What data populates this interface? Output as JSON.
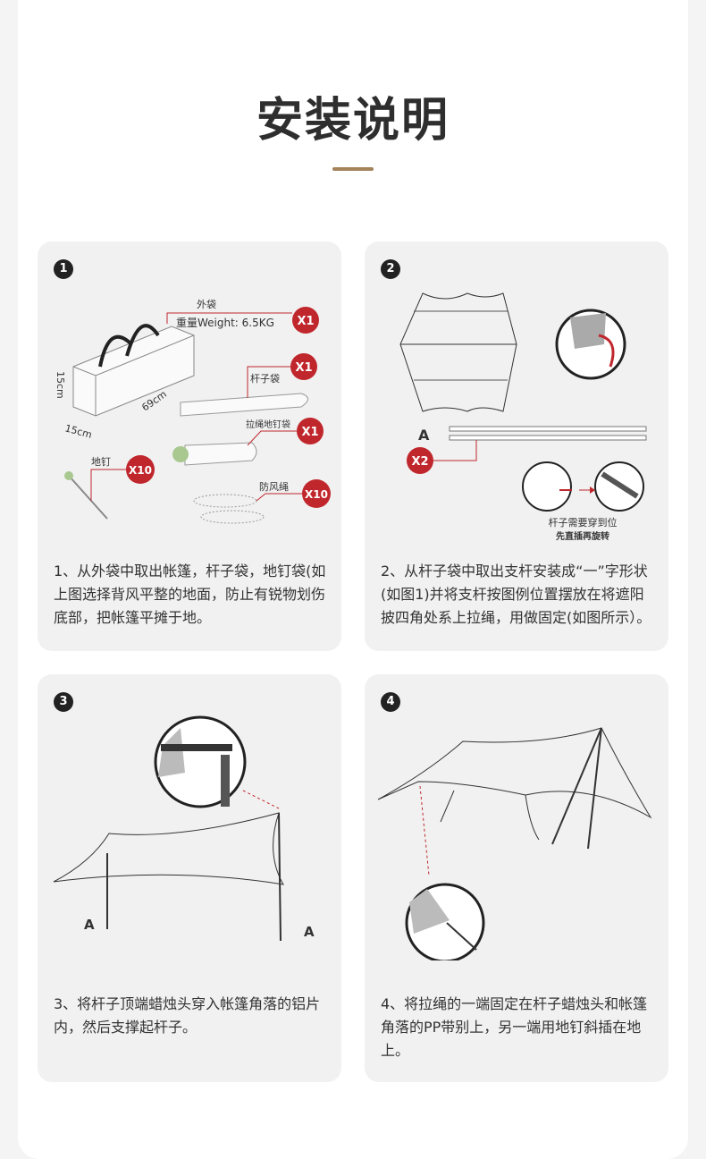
{
  "title": "安装说明",
  "steps": [
    {
      "number": "1",
      "text": "1、从外袋中取出帐篷，杆子袋，地钉袋(如上图选择背风平整的地面，防止有锐物划伤底部，把帐篷平摊于地。",
      "labels": {
        "bag": "外袋",
        "weight": "重量Weight: 6.5KG",
        "bag_qty": "X1",
        "pole_bag": "杆子袋",
        "pole_bag_qty": "X1",
        "peg_bag": "拉绳地钉袋",
        "peg_bag_qty": "X1",
        "peg": "地钉",
        "peg_qty": "X10",
        "rope": "防风绳",
        "rope_qty": "X10",
        "dim_h": "15cm",
        "dim_w": "15cm",
        "dim_l": "69cm"
      }
    },
    {
      "number": "2",
      "text": "2、从杆子袋中取出支杆安装成“一”字形状(如图1)并将支杆按图例位置摆放在将遮阳披四角处系上拉绳，用做固定(如图所示）。",
      "labels": {
        "pole_a": "A",
        "pole_qty": "X2",
        "note1": "杆子需要穿到位",
        "note2": "先直插再旋转"
      }
    },
    {
      "number": "3",
      "text": "3、将杆子顶端蜡烛头穿入帐篷角落的铝片内，然后支撑起杆子。",
      "labels": {
        "a_left": "A",
        "a_right": "A"
      }
    },
    {
      "number": "4",
      "text": "4、将拉绳的一端固定在杆子蜡烛头和帐篷角落的PP带别上，另一端用地钉斜插在地上。"
    }
  ],
  "colors": {
    "accent": "#a4825a",
    "badge": "#c0272d"
  }
}
